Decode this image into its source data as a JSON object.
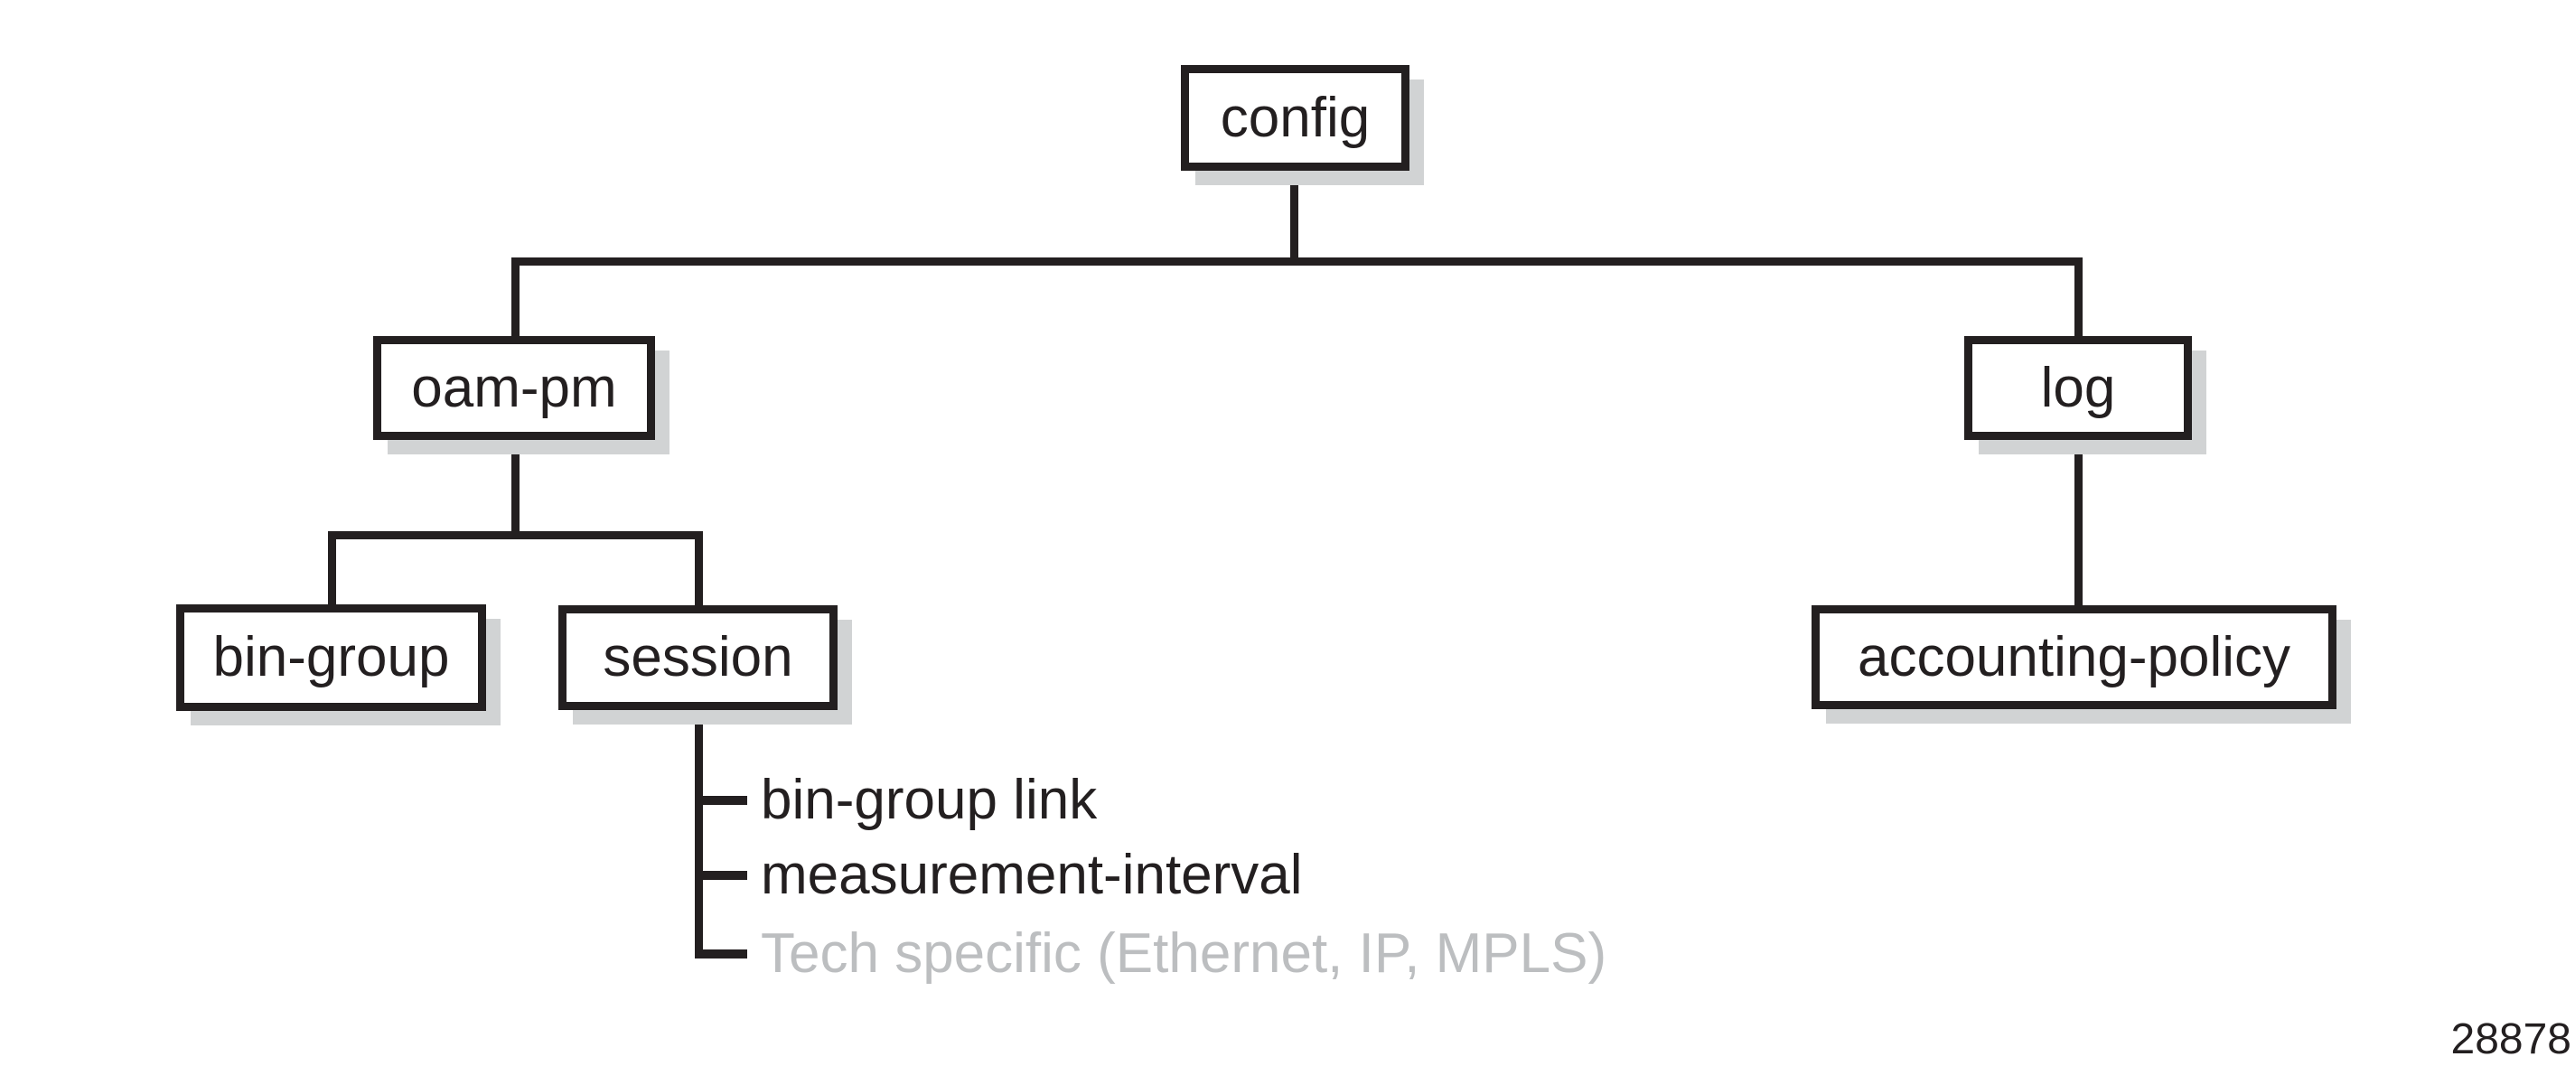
{
  "diagram": {
    "type": "tree",
    "description": "CLI configuration hierarchy for OAM performance monitoring",
    "colors": {
      "background": "#ffffff",
      "line": "#231f20",
      "text": "#231f20",
      "muted_text": "#bcbec0",
      "shadow": "#d1d3d4",
      "node_fill": "#ffffff"
    },
    "nodes": {
      "config": {
        "label": "config"
      },
      "oam_pm": {
        "label": "oam-pm"
      },
      "log": {
        "label": "log"
      },
      "bin_group": {
        "label": "bin-group"
      },
      "session": {
        "label": "session"
      },
      "accounting_policy": {
        "label": "accounting-policy"
      }
    },
    "edges": [
      {
        "from": "config",
        "to": "oam-pm"
      },
      {
        "from": "config",
        "to": "log"
      },
      {
        "from": "oam-pm",
        "to": "bin-group"
      },
      {
        "from": "oam-pm",
        "to": "session"
      },
      {
        "from": "log",
        "to": "accounting-policy"
      },
      {
        "from": "session",
        "to": "bin-group link"
      },
      {
        "from": "session",
        "to": "measurement-interval"
      },
      {
        "from": "session",
        "to": "Tech specific (Ethernet, IP, MPLS)"
      }
    ],
    "session_items": [
      {
        "label": "bin-group link",
        "muted": false
      },
      {
        "label": "measurement-interval",
        "muted": false
      },
      {
        "label": "Tech specific (Ethernet, IP, MPLS)",
        "muted": true
      }
    ],
    "figure_number": "28878"
  }
}
